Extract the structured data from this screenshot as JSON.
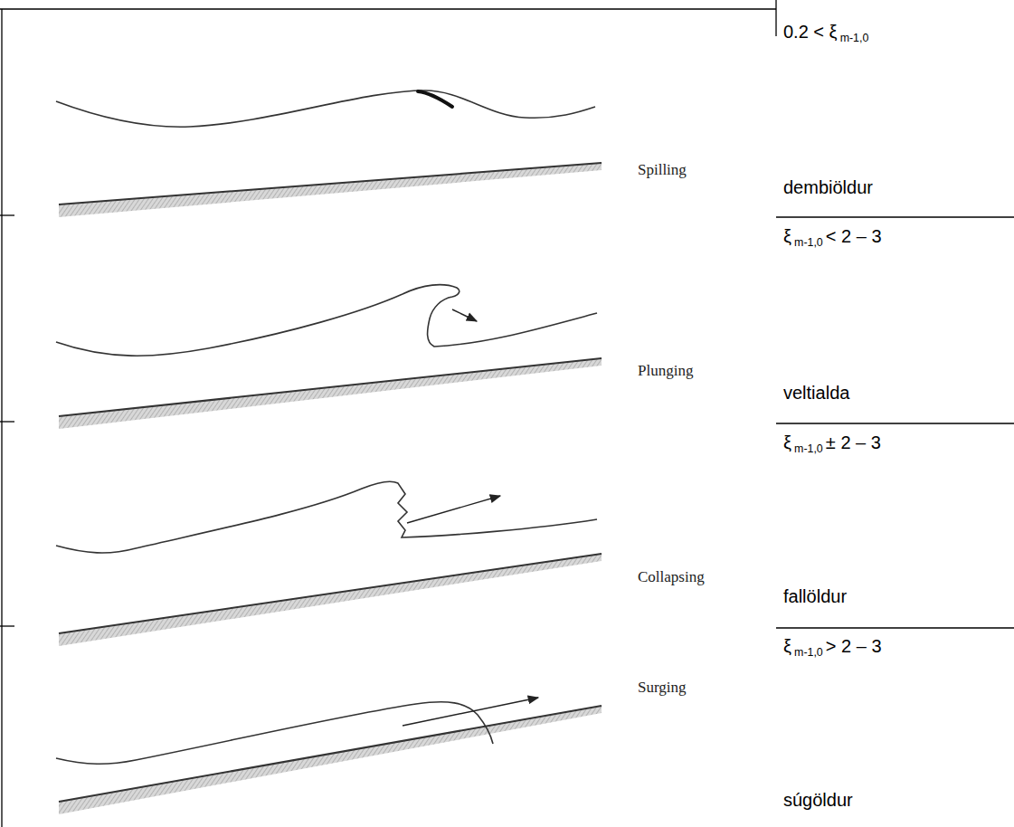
{
  "diagram": {
    "labels": [
      "0.2 < ξ",
      "m-1,0",
      "Spilling",
      "dembiöldur",
      "ξ",
      "m-1,0",
      "< 2 – 3",
      "Plunging",
      "veltialda",
      "ξ",
      "m-1,0",
      "± 2 – 3",
      "Collapsing",
      "fallöldur",
      "ξ",
      "m-1,0",
      "> 2 – 3",
      "Surging",
      "súgöldur"
    ]
  }
}
